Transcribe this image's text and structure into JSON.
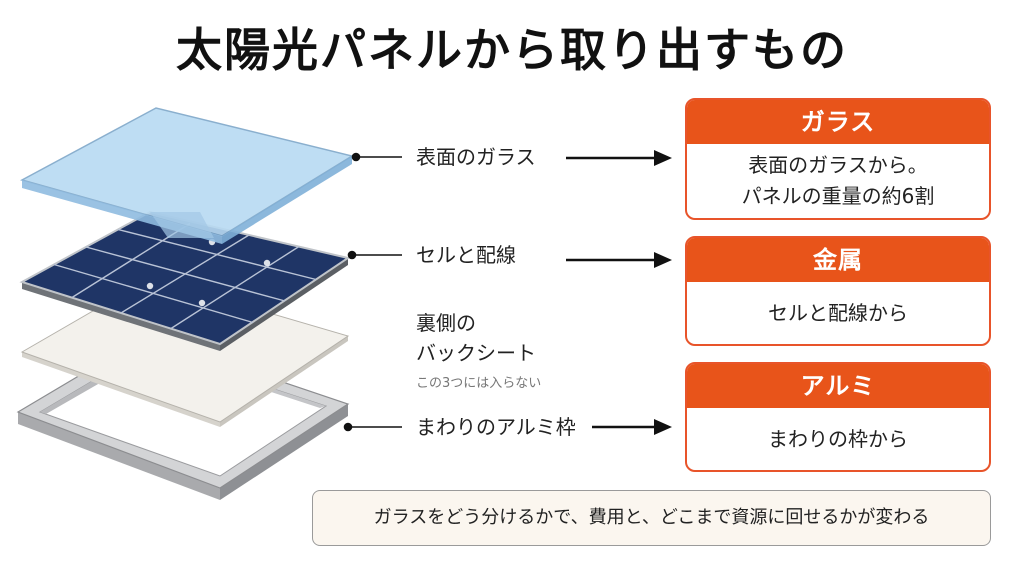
{
  "title": "太陽光パネルから取り出すもの",
  "layers": [
    {
      "label": "表面のガラス"
    },
    {
      "label": "セルと配線"
    },
    {
      "label_line1": "裏側の",
      "label_line2": "バックシート",
      "note": "この3つには入らない"
    },
    {
      "label": "まわりのアルミ枠"
    }
  ],
  "cards": [
    {
      "title": "ガラス",
      "line1": "表面のガラスから。",
      "line2": "パネルの重量の約6割"
    },
    {
      "title": "金属",
      "line1": "セルと配線から"
    },
    {
      "title": "アルミ",
      "line1": "まわりの枠から"
    }
  ],
  "footer": "ガラスをどう分けるかで、費用と、どこまで資源に回せるかが変わる",
  "colors": {
    "accent": "#e8541a",
    "glass": "#b8daf2",
    "cell": "#1f3566",
    "backsheet": "#f3f1ec",
    "frame": "#cfd0d2",
    "footer_bg": "#fbf6ef"
  }
}
